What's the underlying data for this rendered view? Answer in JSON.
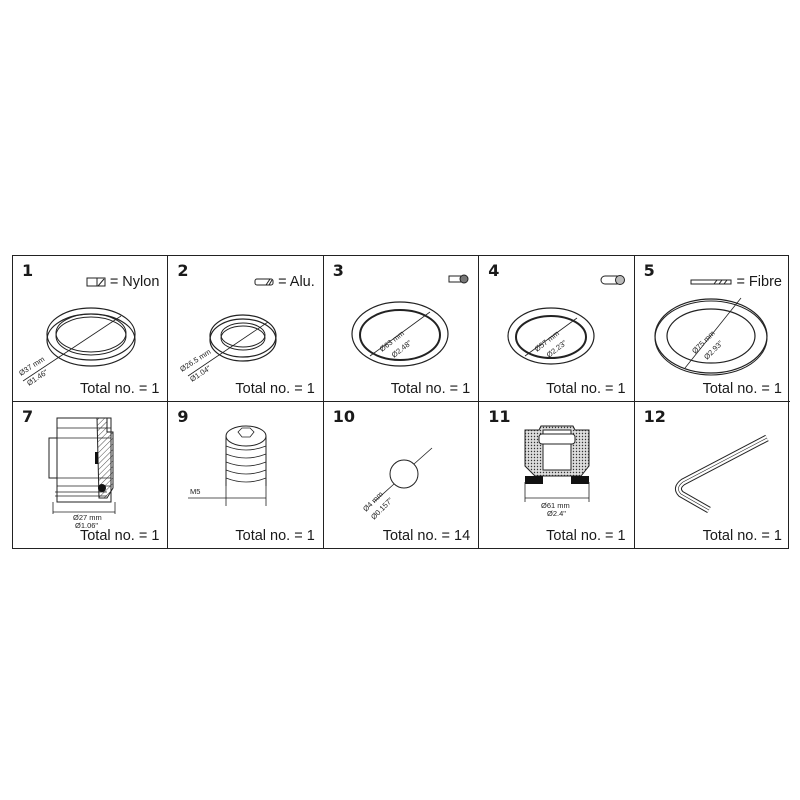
{
  "parts": [
    {
      "number": "1",
      "legend": "= Nylon",
      "legend_icon": "nylon-section-icon",
      "dims": [
        "Ø37 mm",
        "Ø1.46\""
      ],
      "total": "Total no. = 1"
    },
    {
      "number": "2",
      "legend": "= Alu.",
      "legend_icon": "aluminium-section-icon",
      "dims": [
        "Ø26.5 mm",
        "Ø1.04\""
      ],
      "total": "Total no. = 1"
    },
    {
      "number": "3",
      "legend": "",
      "legend_icon": "oring-section-icon",
      "dims": [
        "Ø63 mm",
        "Ø2.48\""
      ],
      "total": "Total no. = 1"
    },
    {
      "number": "4",
      "legend": "",
      "legend_icon": "oring-section-hatched-icon",
      "dims": [
        "Ø57 mm",
        "Ø2.23\""
      ],
      "total": "Total no. = 1"
    },
    {
      "number": "5",
      "legend": "= Fibre",
      "legend_icon": "fibre-section-icon",
      "dims": [
        "Ø75 mm",
        "Ø2.93\""
      ],
      "total": "Total no. = 1"
    },
    {
      "number": "7",
      "dims": [
        "Ø27 mm",
        "Ø1.06\""
      ],
      "total": "Total no. = 1"
    },
    {
      "number": "9",
      "dims": [
        "M5"
      ],
      "total": "Total no. = 1"
    },
    {
      "number": "10",
      "dims": [
        "Ø4 mm",
        "Ø0.157\""
      ],
      "total": "Total no. = 14"
    },
    {
      "number": "11",
      "dims": [
        "Ø61 mm",
        "Ø2.4\""
      ],
      "total": "Total no. = 1"
    },
    {
      "number": "12",
      "dims": [],
      "total": "Total no. = 1"
    }
  ]
}
